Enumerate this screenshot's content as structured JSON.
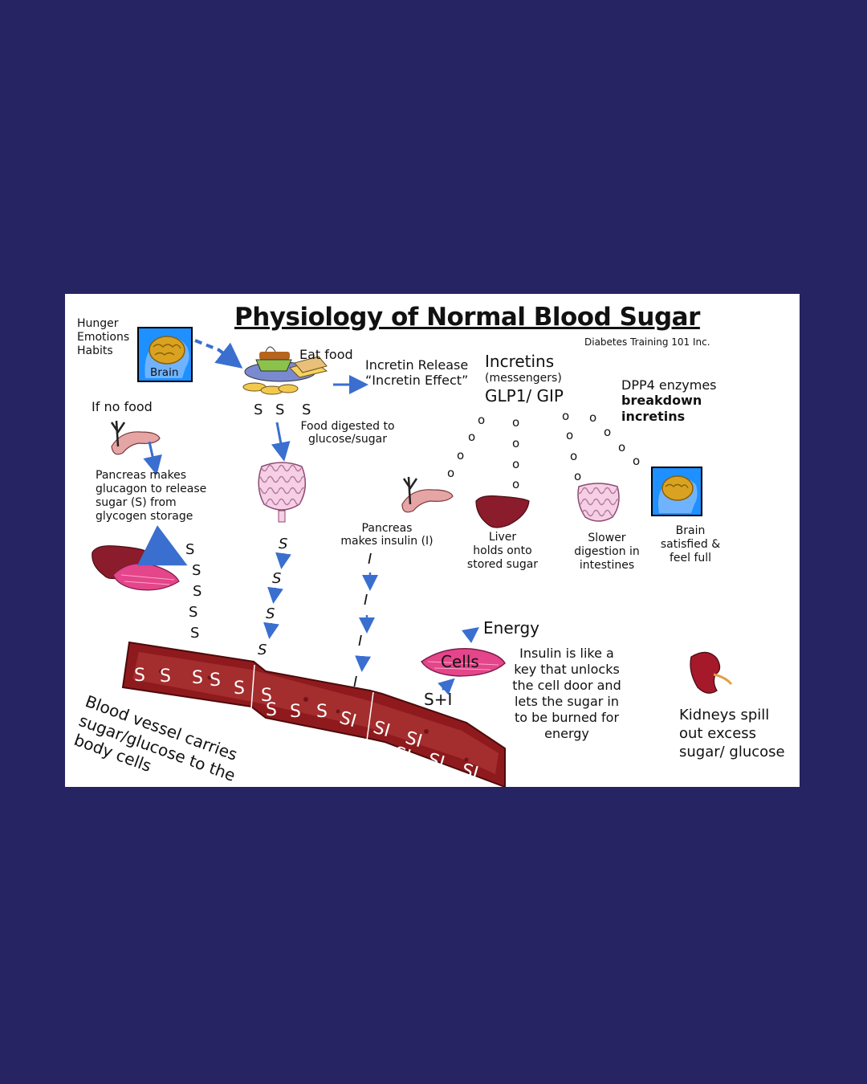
{
  "title": "Physiology of Normal Blood Sugar",
  "credit": "Diabetes Training 101 Inc.",
  "triggers": [
    "Hunger",
    "Emotions",
    "Habits"
  ],
  "brain_label": "Brain",
  "eat_food": "Eat food",
  "food_sugar_letters": [
    "S",
    "S",
    "S"
  ],
  "incretin_release": [
    "Incretin Release",
    "“Incretin Effect”"
  ],
  "incretins": {
    "title": "Incretins",
    "subtitle": "(messengers)",
    "types": "GLP1/ GIP"
  },
  "dpp4": {
    "line1": "DPP4 enzymes",
    "line2": "breakdown",
    "line3": "incretins"
  },
  "food_digested": [
    "Food digested to",
    "glucose/sugar"
  ],
  "no_food": "If no food",
  "glucagon": [
    "Pancreas makes",
    "glucagon to release",
    "sugar (S) from",
    "glycogen storage"
  ],
  "pancreas_insulin": [
    "Pancreas",
    "makes insulin (I)"
  ],
  "liver_text": [
    "Liver",
    "holds onto",
    "stored sugar"
  ],
  "slower_text": [
    "Slower",
    "digestion in",
    "intestines"
  ],
  "brain_full": [
    "Brain",
    "satisfied &",
    "feel full"
  ],
  "energy": "Energy",
  "cells_label": "Cells",
  "s_plus_i": "S+I",
  "insulin_key": [
    "Insulin is like a",
    "key that unlocks",
    "the cell door and",
    "lets the sugar in",
    "to be burned for",
    "energy"
  ],
  "kidneys": [
    "Kidneys spill",
    "out excess",
    "sugar/ glucose"
  ],
  "vessel_caption": [
    "Blood vessel carries",
    "sugar/glucose to the",
    "body cells"
  ],
  "letters": {
    "sugar": "S",
    "insulin": "I",
    "sugar_insulin": "SI",
    "incretin": "o"
  },
  "colors": {
    "background": "#262462",
    "arrow": "#3a6fd0",
    "brain_box": "#1e90ff",
    "vessel": "#8f1a1d",
    "cells": "#e5458a",
    "liver": "#8b1c2b"
  }
}
